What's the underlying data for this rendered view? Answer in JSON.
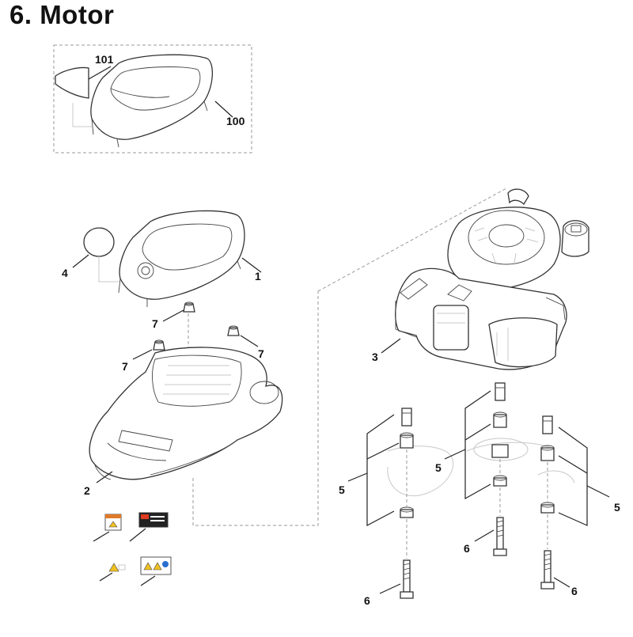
{
  "title": "6. Motor",
  "callouts": {
    "c101": "101",
    "c100": "100",
    "c4": "4",
    "c1": "1",
    "c7a": "7",
    "c7b": "7",
    "c7c": "7",
    "c3": "3",
    "c2": "2",
    "c5a": "5",
    "c5b": "5",
    "c5c": "5",
    "c6a": "6",
    "c6b": "6",
    "c6c": "6"
  }
}
